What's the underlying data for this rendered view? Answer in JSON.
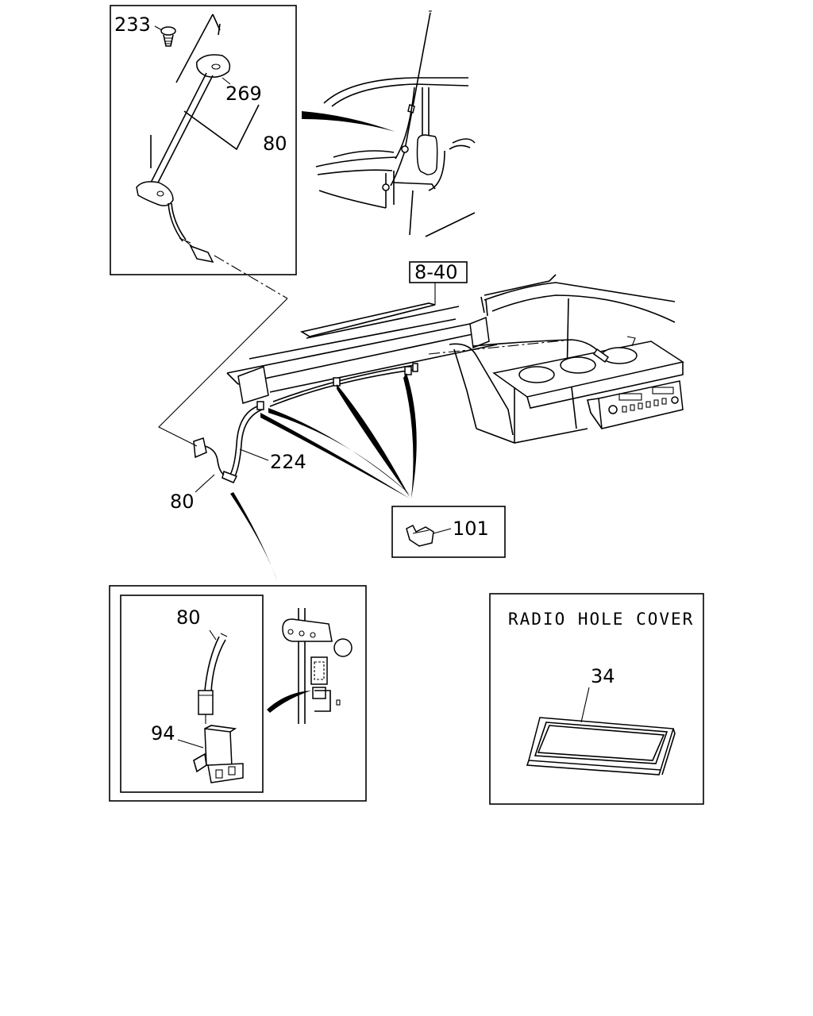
{
  "callouts": {
    "c233": "233",
    "c269": "269",
    "c80_top": "80",
    "c840": "8-40",
    "c224": "224",
    "c80_mid": "80",
    "c101": "101",
    "c80_bottom": "80",
    "c94": "94",
    "c34": "34"
  },
  "radio_hole_cover": {
    "title": "RADIO HOLE COVER"
  }
}
